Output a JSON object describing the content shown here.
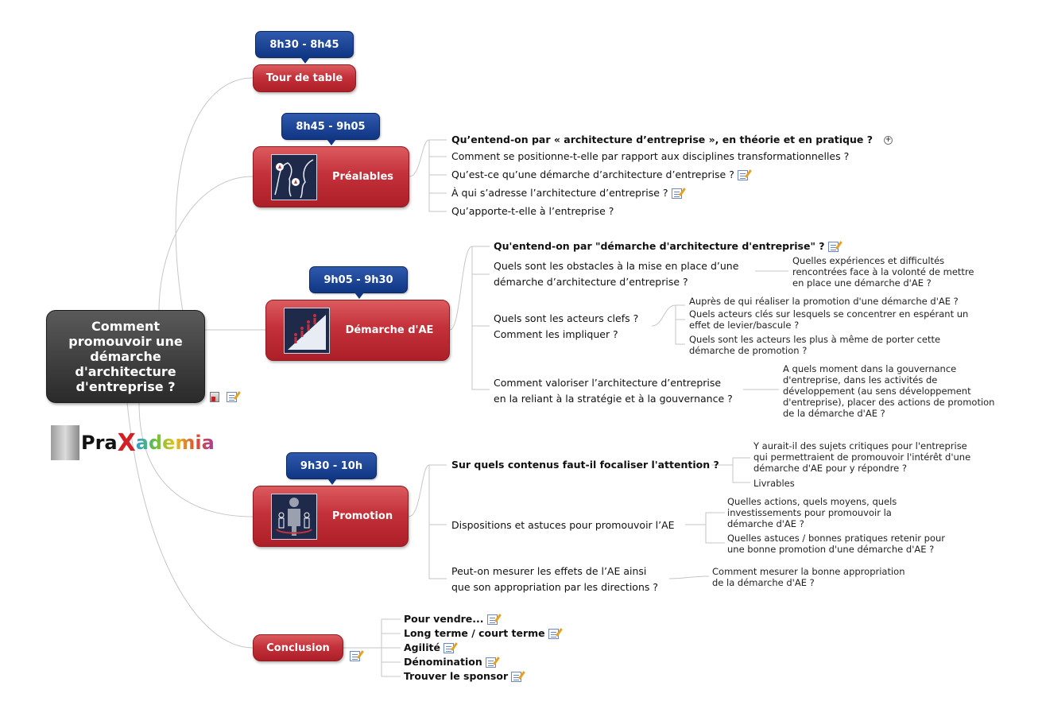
{
  "central": {
    "title": "Comment promouvoir une démarche d'architecture d'entreprise ?",
    "icons": [
      "attachment-icon",
      "note-icon"
    ]
  },
  "logo": {
    "text_pra": "Pra",
    "text_x": "X",
    "text_ademia": "ademia"
  },
  "branches": [
    {
      "id": "tour",
      "label": "Tour de table",
      "time": "8h30 - 8h45"
    },
    {
      "id": "prealables",
      "label": "Préalables",
      "time": "8h45 - 9h05",
      "topics": [
        {
          "text": "Qu’entend-on par « architecture d’entreprise », en théorie et en pratique ?",
          "bold": true,
          "collapsed": true
        },
        {
          "text": "Comment se positionne-t-elle par rapport aux disciplines transformationnelles ?"
        },
        {
          "text": "Qu’est-ce qu’une démarche d’architecture d’entreprise ?",
          "note": true
        },
        {
          "text": "À qui s’adresse l’architecture d’entreprise ?",
          "note": true
        },
        {
          "text": "Qu’apporte-t-elle à l’entreprise ?"
        }
      ]
    },
    {
      "id": "demarche",
      "label": "Démarche d'AE",
      "time": "9h05 - 9h30",
      "topics": [
        {
          "text": "Qu'entend-on par \"démarche d'architecture d'entreprise\" ?",
          "bold": true,
          "note": true
        },
        {
          "text": "Quels sont les obstacles à la mise en place d’une\ndémarche d’architecture d’entreprise ?",
          "subs": [
            "Quelles expériences et difficultés\nrencontrées face à la volonté de mettre\nen place une démarche d'AE ?"
          ]
        },
        {
          "text": "Quels sont les acteurs clefs ?\nComment les impliquer ?",
          "subs": [
            "Auprès de qui réaliser la promotion d'une démarche d'AE ?",
            "Quels acteurs clés sur lesquels se concentrer en espérant un\neffet de levier/bascule ?",
            "Quels sont les acteurs les plus à même de porter cette\ndémarche de promotion ?"
          ]
        },
        {
          "text": "Comment valoriser l’architecture d’entreprise\nen la reliant à la stratégie et à la gouvernance ?",
          "subs": [
            "A quels moment dans la gouvernance\nd'entreprise, dans les activités de\ndéveloppement (au sens développement\nd'entreprise), placer des actions de promotion\nde la démarche d'AE ?"
          ]
        }
      ]
    },
    {
      "id": "promotion",
      "label": "Promotion",
      "time": "9h30 - 10h",
      "topics": [
        {
          "text": "Sur quels contenus faut-il focaliser l'attention ?",
          "bold": true,
          "subs": [
            "Y aurait-il des sujets critiques pour l'entreprise\nqui permettraient de promouvoir l'intérêt d'une\ndémarche d'AE pour y répondre ?",
            "Livrables"
          ]
        },
        {
          "text": "Dispositions et astuces pour promouvoir l’AE",
          "subs": [
            "Quelles actions, quels moyens, quels\ninvestissements pour promouvoir la\ndémarche d'AE ?",
            "Quelles astuces / bonnes pratiques retenir pour\nune bonne promotion d'une démarche d'AE ?"
          ]
        },
        {
          "text": "Peut-on mesurer les effets de l’AE ainsi\nque son appropriation par les directions ?",
          "subs": [
            "Comment mesurer la bonne appropriation\nde la démarche d'AE ?"
          ]
        }
      ]
    },
    {
      "id": "conclusion",
      "label": "Conclusion",
      "note": true,
      "topics": [
        {
          "text": "Pour vendre...",
          "note": true
        },
        {
          "text": "Long terme / court terme",
          "note": true
        },
        {
          "text": "Agilité",
          "note": true
        },
        {
          "text": "Dénomination",
          "note": true
        },
        {
          "text": "Trouver le sponsor",
          "note": true
        }
      ]
    }
  ],
  "colors": {
    "main_topic": "#c4313a",
    "time_badge": "#1a409a",
    "central": "#3a3a3a",
    "connector": "#c8c8c8"
  }
}
